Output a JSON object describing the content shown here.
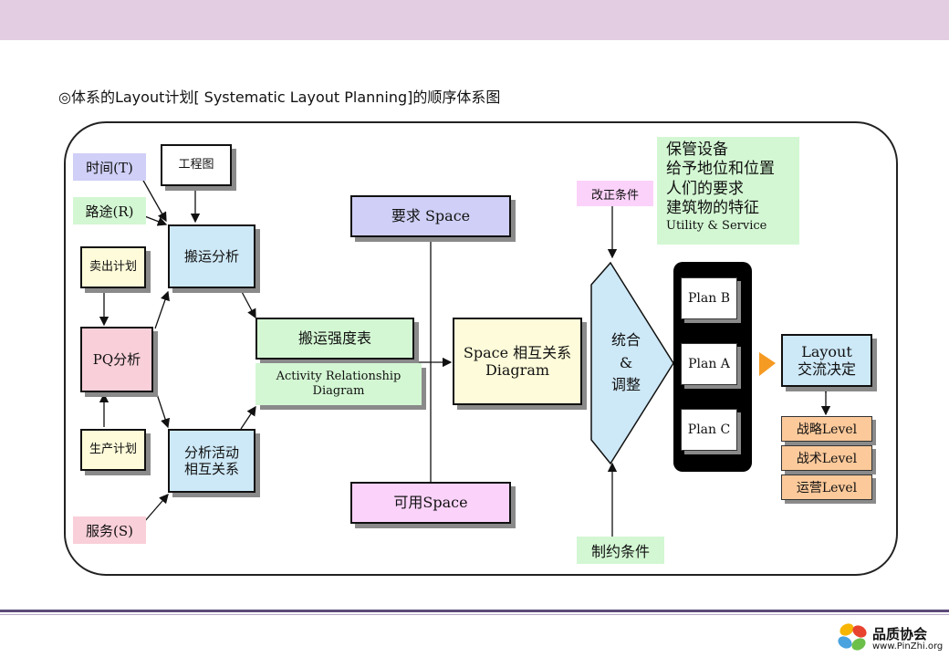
{
  "heading": "◎体系的Layout计划[ Systematic Layout Planning]的顺序体系图",
  "inputs": {
    "time": "时间(T)",
    "route": "路途(R)",
    "service": "服务(S)",
    "engineering": "工程图",
    "sales_plan": "卖出计划",
    "production_plan": "生产计划",
    "pq": "PQ分析"
  },
  "analysis": {
    "transport": "搬运分析",
    "activity": "分析活动\n相互关系",
    "intensity": "搬运强度表",
    "arel": "Activity Relationship\nDiagram"
  },
  "space": {
    "required": "要求 Space",
    "available": "可用Space",
    "diagram": "Space 相互关系\nDiagram"
  },
  "integrate": {
    "label": "统合\n&\n调整",
    "correction": "改正条件",
    "constraint": "制约条件",
    "considerations": "保管设备\n给予地位和位置\n人们的要求\n建筑物的特征",
    "utility": "Utility & Service"
  },
  "plans": [
    "Plan B",
    "Plan A",
    "Plan C"
  ],
  "decision": "Layout\n交流决定",
  "levels": [
    "战略Level",
    "战术Level",
    "运营Level"
  ],
  "logo": {
    "name": "品质协会",
    "url": "www.PinZhi.org"
  },
  "colors": {
    "header_band": "#e3cde3",
    "blue_box": "#cde8f6",
    "green_box": "#d3f7d3",
    "yellow_box": "#fdfbd9",
    "pink_box": "#f9cfd9",
    "lavender_box": "#cfcff7",
    "magenta_box": "#fbd2fa",
    "orange_level": "#fcc99a",
    "arrow_orange": "#f59a22"
  }
}
